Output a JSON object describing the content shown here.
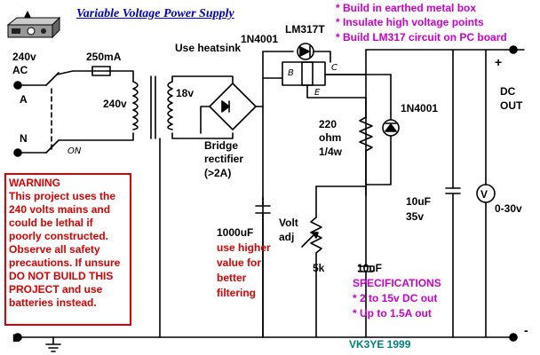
{
  "title": "Variable Voltage Power Supply",
  "notes": [
    "* Build in earthed metal box",
    "* Insulate high voltage points",
    "* Build LM317 circuit on PC board"
  ],
  "mains": {
    "voltage": "240v",
    "type": "AC",
    "active": "A",
    "neutral": "N",
    "switch": "ON"
  },
  "fuse": "250mA",
  "transformer": {
    "primary": "240v",
    "secondary": "18v"
  },
  "regulator": {
    "name": "LM317T",
    "note": "Use heatsink",
    "pin_b": "B",
    "pin_c": "C",
    "pin_e": "E"
  },
  "diodes": {
    "top": "1N4001",
    "right": "1N4001"
  },
  "bridge": {
    "label1": "Bridge",
    "label2": "rectifier",
    "label3": "(>2A)"
  },
  "filter_cap": {
    "value": "1000uF",
    "note": [
      "use higher",
      "value for",
      "better",
      "filtering"
    ]
  },
  "resistor": [
    "220",
    "ohm",
    "1/4w"
  ],
  "pot": {
    "label1": "Volt",
    "label2": "adj",
    "value": "5k"
  },
  "adj_cap": "10uF",
  "out_cap": {
    "value": "10uF",
    "voltage": "35v"
  },
  "meter": {
    "symbol": "V",
    "range": "0-30v"
  },
  "output": {
    "plus": "+",
    "minus": "-",
    "label1": "DC",
    "label2": "OUT"
  },
  "earth": "E",
  "warning": [
    "WARNING",
    "This project uses the",
    "240 volts mains and",
    "could be lethal if",
    "poorly constructed.",
    "Observe all safety",
    "precautions. If unsure",
    "DO NOT BUILD THIS",
    "PROJECT and use",
    "batteries instead."
  ],
  "specifications": {
    "heading": "SPECIFICATIONS",
    "items": [
      "* 2 to 15v DC out",
      "* Up to 1.5A out"
    ]
  },
  "credit": "VK3YE  1999",
  "colors": {
    "title": "#0000cc",
    "notes": "#cc00cc",
    "warning": "#dd0000",
    "credit": "#008080"
  }
}
